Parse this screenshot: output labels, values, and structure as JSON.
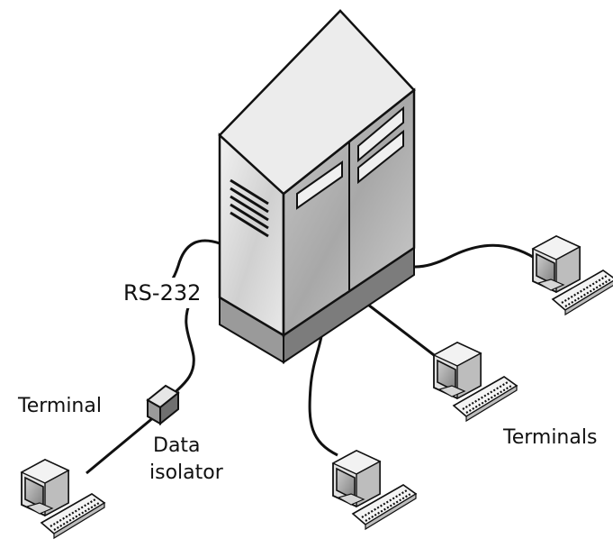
{
  "labels": {
    "rs232": "RS-232",
    "terminal": "Terminal",
    "data_isolator_line1": "Data",
    "data_isolator_line2": "isolator",
    "terminals": "Terminals"
  },
  "colors": {
    "stroke": "#111111",
    "cabinet_front": "#d9d9d9",
    "cabinet_side": "#bdbdbd",
    "cabinet_top": "#ececec",
    "screen": "#9a9a9a"
  }
}
